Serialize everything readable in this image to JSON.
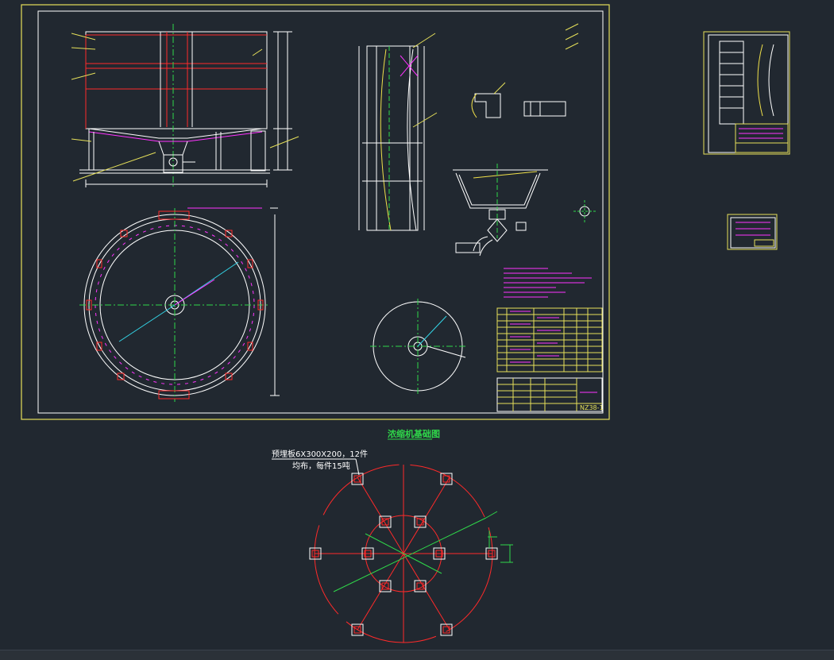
{
  "drawing": {
    "foundation_title": "浓缩机基础图",
    "embed_note_line1": "预埋板6X300X200，12件",
    "embed_note_line2": "均布，每件15吨",
    "drawing_number": "NZ38-1"
  },
  "colors": {
    "background": "#212830",
    "frame": "#e6e05a",
    "outline": "#ffffff",
    "accent_red": "#ff2a2a",
    "accent_magenta": "#ff33ff",
    "accent_cyan": "#33d6e8",
    "accent_green": "#2fd84a",
    "accent_yellow": "#f0e04a"
  }
}
